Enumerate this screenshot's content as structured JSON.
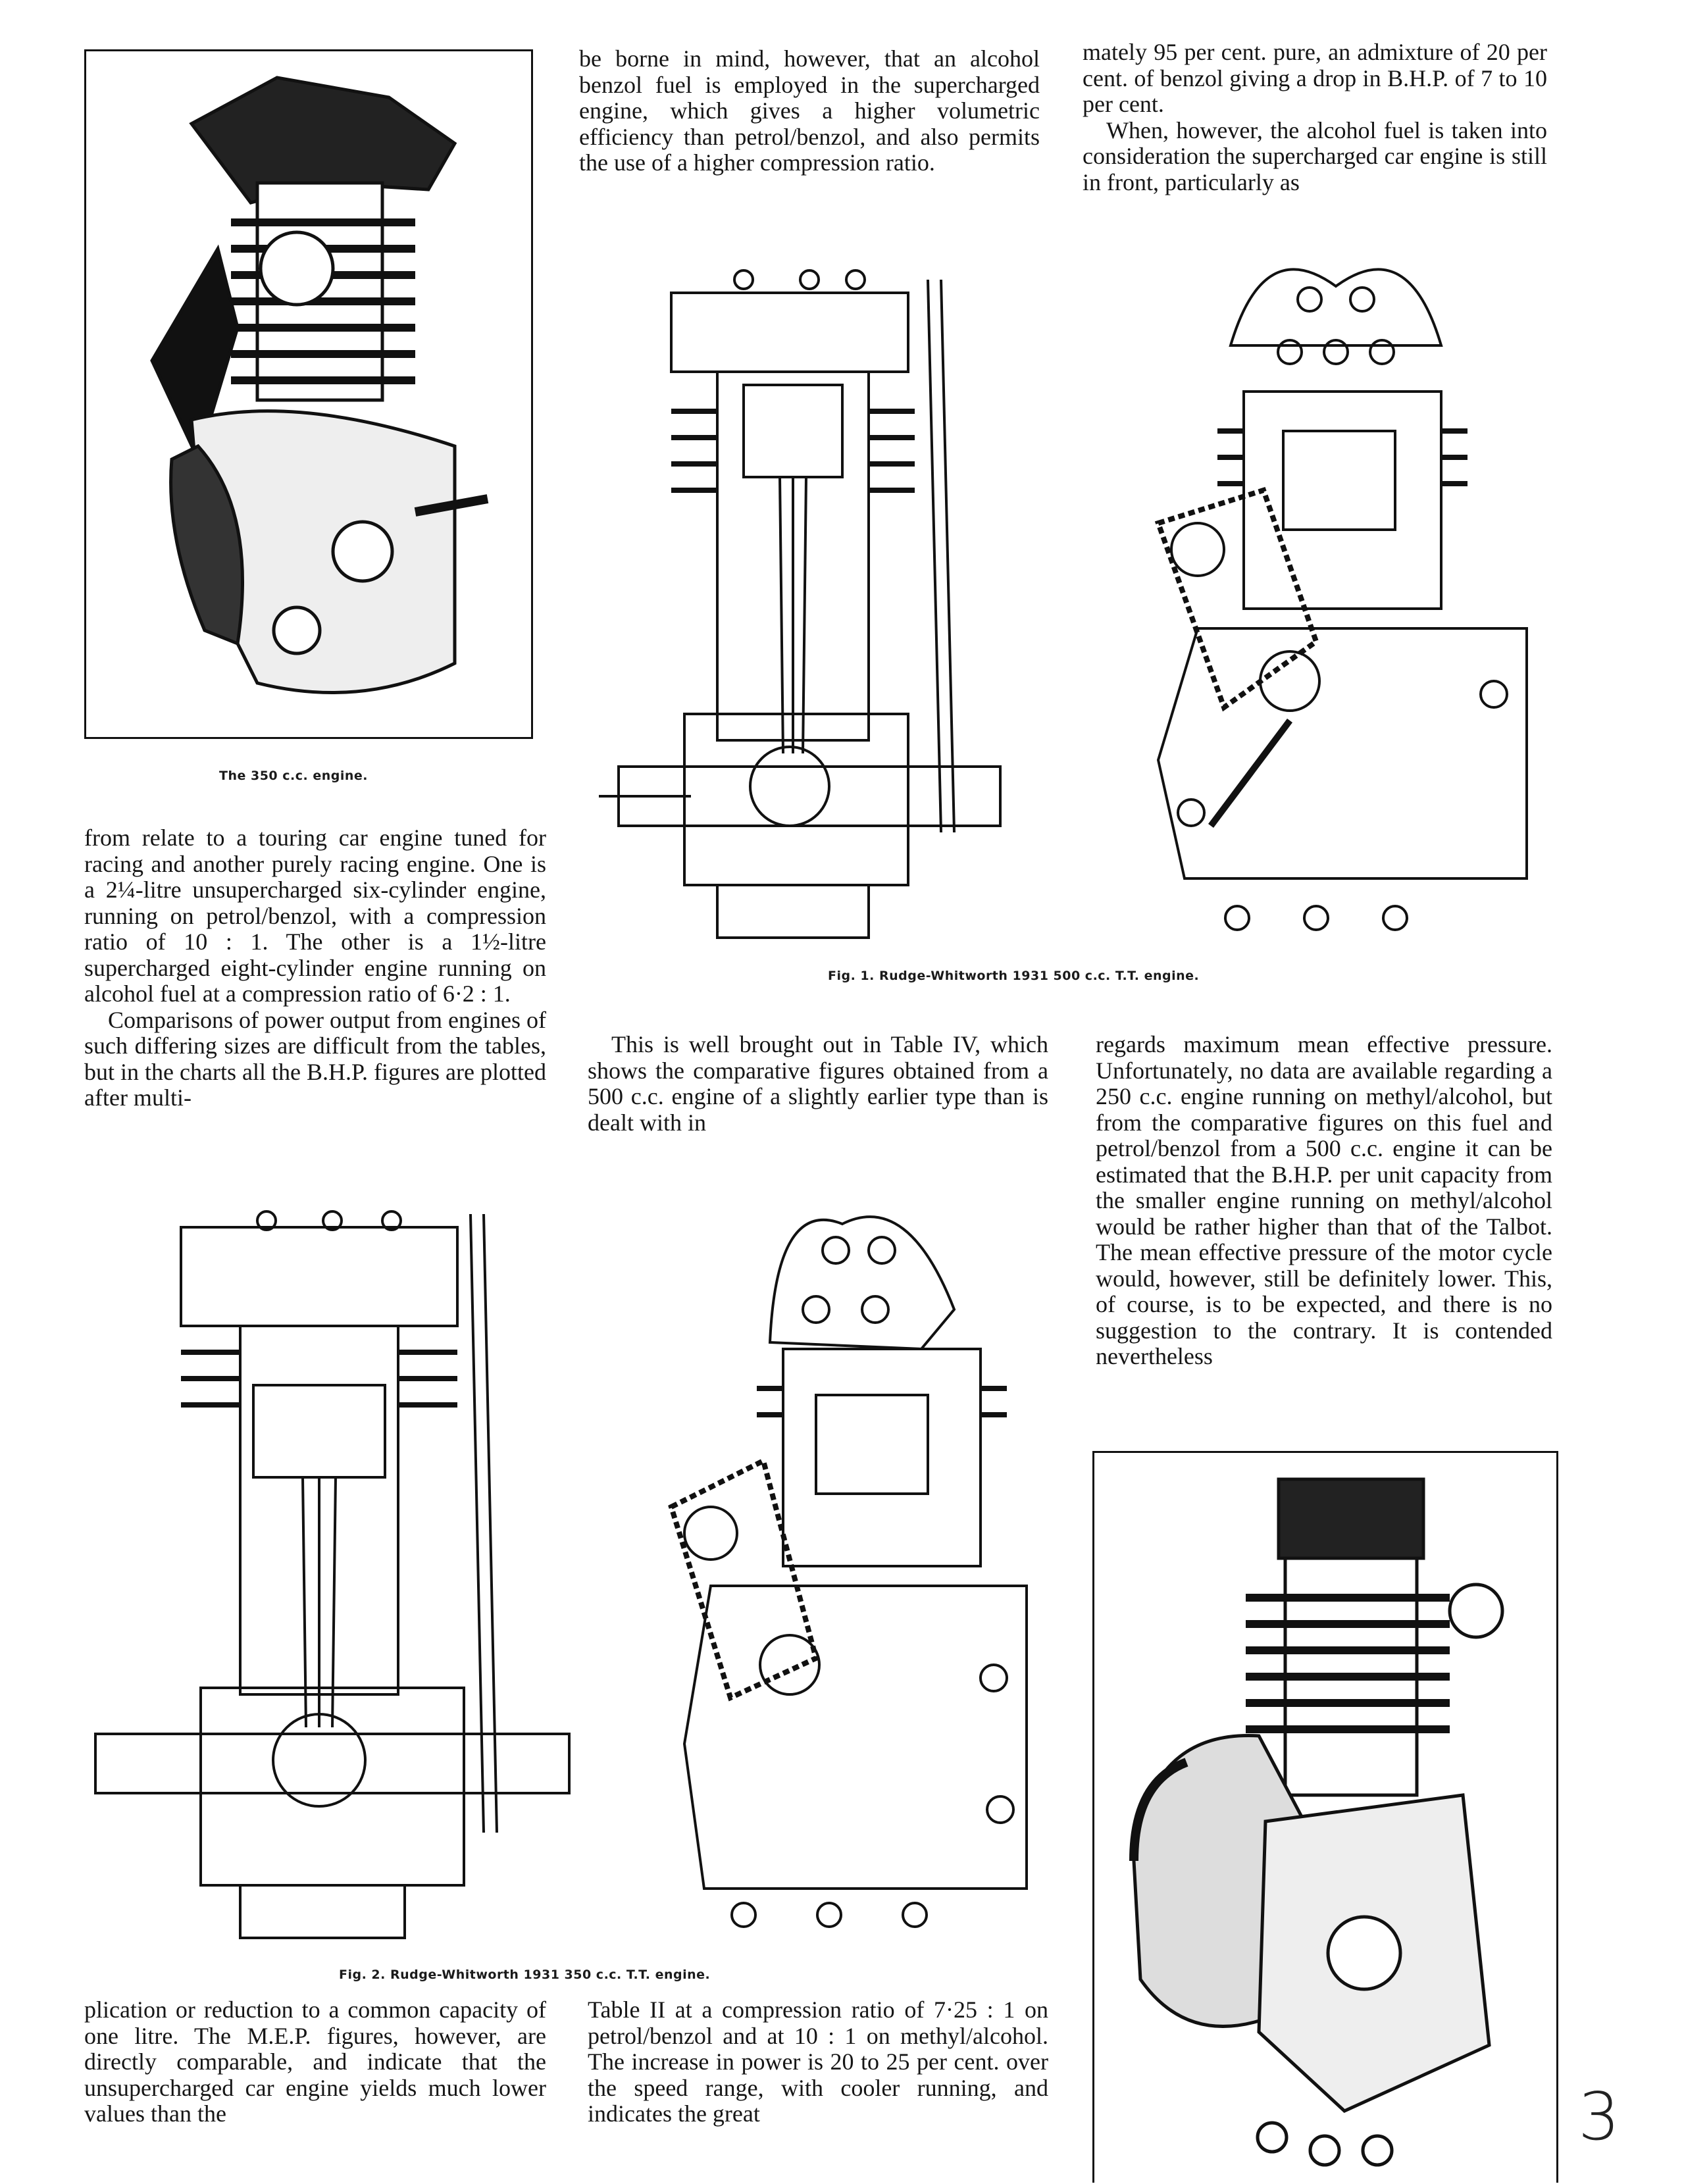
{
  "columns": {
    "top_middle": [
      "be borne in mind, however, that an alcohol benzol fuel is employed in the supercharged engine, which gives a higher volumetric efficiency than petrol/benzol, and also permits the use of a higher compression ratio."
    ],
    "top_right": [
      "mately 95 per cent. pure, an admixture of 20 per cent. of benzol giving a drop in B.H.P. of 7 to 10 per cent.",
      "When, however, the alcohol fuel is taken into consideration the supercharged car engine is still in front, particularly as"
    ],
    "left_mid": [
      "from relate to a touring car engine tuned for racing and another purely racing engine. One is a 2¼-litre unsupercharged six-cylinder engine, running on petrol/benzol, with a compression ratio of 10 : 1. The other is a 1½-litre supercharged eight-cylinder engine running on alcohol fuel at a compression ratio of 6·2 : 1.",
      "Comparisons of power output from engines of such differing sizes are difficult from the tables, but in the charts all the B.H.P. figures are plotted after multi-"
    ],
    "middle_mid": [
      "This is well brought out in Table IV, which shows the comparative figures obtained from a 500 c.c. engine of a slightly earlier type than is dealt with in"
    ],
    "right_mid": [
      "regards maximum mean effective pressure. Unfortunately, no data are available regarding a 250 c.c. engine running on methyl/alcohol, but from the comparative figures on this fuel and petrol/benzol from a 500 c.c. engine it can be estimated that the B.H.P. per unit capacity from the smaller engine running on methyl/alcohol would be rather higher than that of the Talbot. The mean effective pressure of the motor cycle would, however, still be definitely lower. This, of course, is to be expected, and there is no suggestion to the contrary. It is contended nevertheless"
    ],
    "bottom_left": [
      "plication or reduction to a common capacity of one litre. The M.E.P. figures, however, are directly comparable, and indicate that the unsupercharged car engine yields much lower values than the"
    ],
    "bottom_middle": [
      "Table II at a compression ratio of 7·25 : 1 on petrol/benzol and at 10 : 1 on methyl/alcohol. The increase in power is 20 to 25 per cent. over the speed range, with cooler running, and indicates the great"
    ]
  },
  "captions": {
    "photo_350": "The 350 c.c. engine.",
    "fig1": "Fig. 1. Rudge-Whitworth 1931 500 c.c. T.T. engine.",
    "fig2": "Fig. 2. Rudge-Whitworth 1931 350 c.c. T.T. engine."
  },
  "page_number": "3",
  "colors": {
    "ink": "#111111",
    "paper": "#ffffff"
  }
}
